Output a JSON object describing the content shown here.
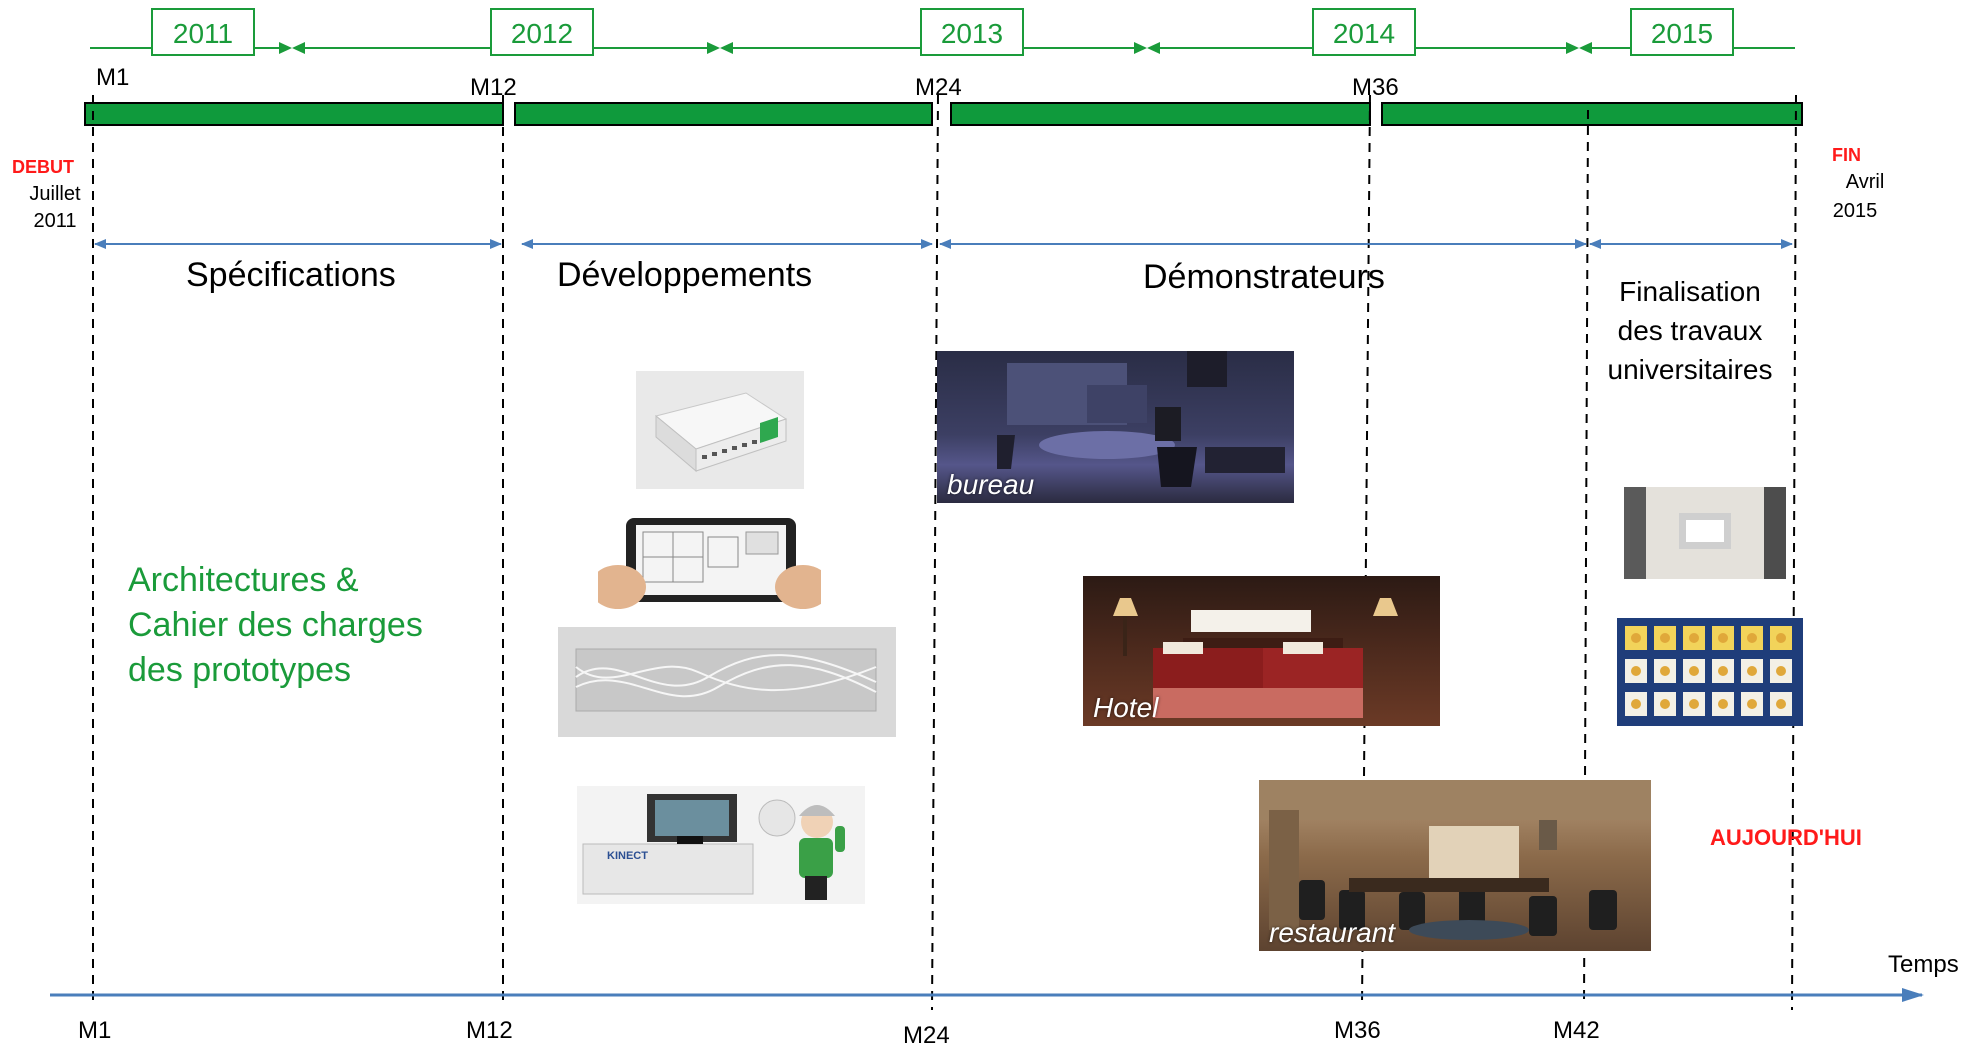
{
  "years": [
    "2011",
    "2012",
    "2013",
    "2014",
    "2015"
  ],
  "top_milestones": [
    "M1",
    "M12",
    "M24",
    "M36"
  ],
  "bottom_milestones": [
    "M1",
    "M12",
    "M24",
    "M36",
    "M42"
  ],
  "start": {
    "title": "DEBUT",
    "line1": "Juillet",
    "line2": "2011"
  },
  "end": {
    "title": "FIN",
    "line1": "Avril",
    "line2": "2015"
  },
  "phases": {
    "specifications": "Spécifications",
    "developpements": "Développements",
    "demonstrateurs": "Démonstrateurs",
    "finalisation": [
      "Finalisation",
      "des travaux",
      "universitaires"
    ]
  },
  "architecture_text": [
    "Architectures &",
    "Cahier des charges",
    "des prototypes"
  ],
  "captions": {
    "bureau": "bureau",
    "hotel": "Hotel",
    "restaurant": "restaurant"
  },
  "kinect_label": "KINECT",
  "today_label": "AUJOURD'HUI",
  "axis_label": "Temps",
  "colors": {
    "green": "#1a9b3a",
    "blue": "#4a7ebb",
    "red": "#ff1a1a"
  }
}
